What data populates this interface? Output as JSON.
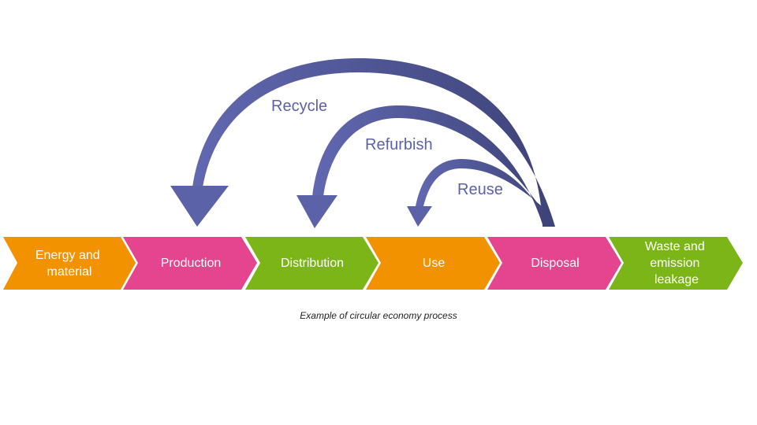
{
  "colors": {
    "orange": "#f39200",
    "pink": "#e5458f",
    "green": "#7cb518",
    "arrow_light": "#5b62a8",
    "arrow_dark": "#3d4378",
    "loop_text": "#5b62a8"
  },
  "stages": [
    {
      "lines": [
        "Energy and",
        "material"
      ],
      "color": "orange"
    },
    {
      "lines": [
        "Production"
      ],
      "color": "pink"
    },
    {
      "lines": [
        "Distribution"
      ],
      "color": "green"
    },
    {
      "lines": [
        "Use"
      ],
      "color": "orange"
    },
    {
      "lines": [
        "Disposal"
      ],
      "color": "pink"
    },
    {
      "lines": [
        "Waste and",
        "emission",
        "leakage"
      ],
      "color": "green"
    }
  ],
  "loops": [
    {
      "label": "Recycle",
      "from_stage": "Disposal",
      "to_stage": "Production"
    },
    {
      "label": "Refurbish",
      "from_stage": "Disposal",
      "to_stage": "Distribution"
    },
    {
      "label": "Reuse",
      "from_stage": "Disposal",
      "to_stage": "Use"
    }
  ],
  "caption": "Example of circular economy process"
}
